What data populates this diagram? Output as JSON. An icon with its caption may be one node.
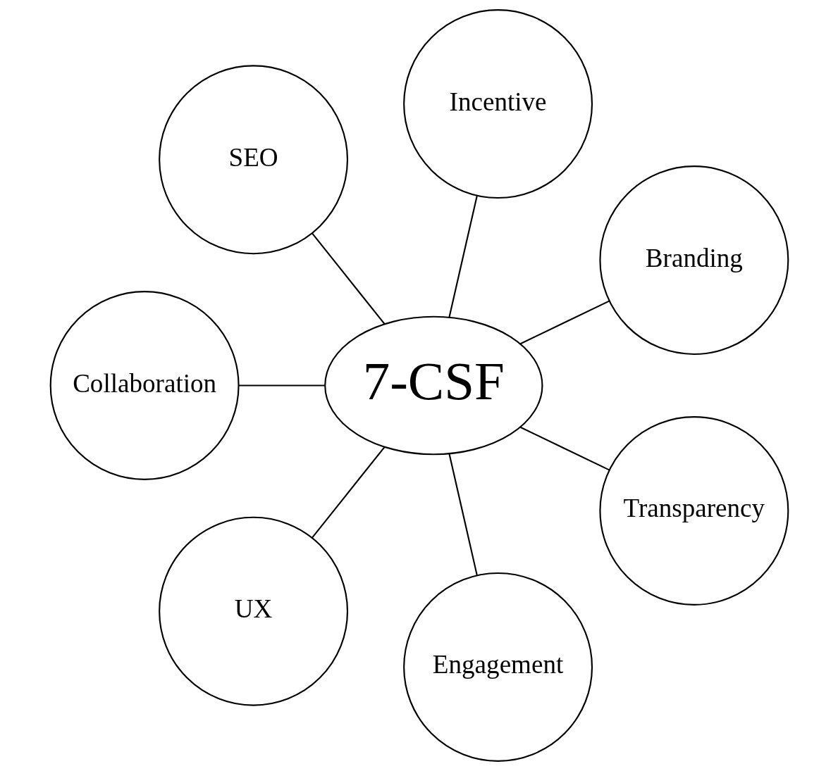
{
  "diagram": {
    "nodes": [
      {
        "text": [
          "Branding"
        ]
      },
      {
        "text": [
          "Incentive"
        ]
      },
      {
        "text": [
          "SEO"
        ]
      },
      {
        "text": [
          "7-CSF"
        ]
      },
      {
        "text": [
          "Collaboration"
        ]
      },
      {
        "text": [
          "UX"
        ]
      },
      {
        "text": [
          "Engagement"
        ]
      },
      {
        "text": [
          "Transparency"
        ]
      }
    ],
    "edges": [
      {
        "from": 3,
        "to": 0,
        "arrow": "none"
      },
      {
        "from": 3,
        "to": 2,
        "arrow": "none"
      },
      {
        "from": 3,
        "to": 5,
        "arrow": "none"
      },
      {
        "from": 3,
        "to": 7,
        "arrow": "none"
      },
      {
        "from": 3,
        "to": 6,
        "arrow": "none"
      },
      {
        "from": 3,
        "to": 4,
        "arrow": "none"
      },
      {
        "from": 3,
        "to": 1,
        "arrow": "none"
      }
    ]
  }
}
